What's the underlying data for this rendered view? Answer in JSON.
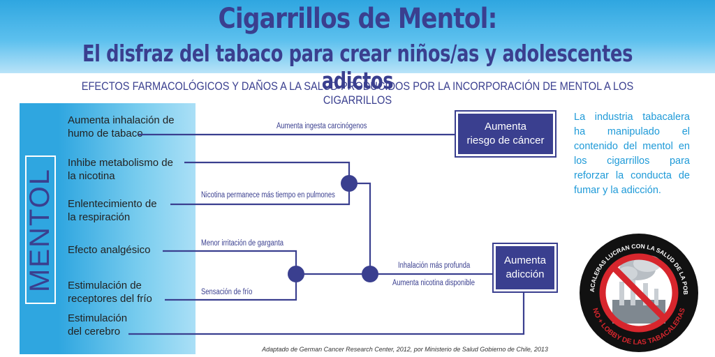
{
  "header": {
    "title": "Cigarrillos de Mentol:",
    "subtitle": "El disfraz del tabaco para crear niños/as y adolescentes adictos"
  },
  "section_heading": "EFECTOS FARMACOLÓGICOS Y DAÑOS A LA SALUD PRODUCIDOS POR LA INCORPORACIÓN DE MENTOL A LOS CIGARRILLOS",
  "mentol_label": "MENTOL",
  "effects": [
    "Aumenta inhalación de\nhumo de tabaco",
    "Inhibe metabolismo de\nla nicotina",
    "Enlentecimiento de\nla respiración",
    "Efecto analgésico",
    "Estimulación de\nreceptores del frío",
    "Estimulación\ndel cerebro"
  ],
  "link_labels": {
    "carcinogenos": "Aumenta ingesta carcinógenos",
    "pulmones": "Nicotina permanece más tiempo en pulmones",
    "garganta": "Menor irritación de garganta",
    "frio": "Sensación de frío",
    "inhalacion": "Inhalación más profunda",
    "nicotina": "Aumenta nicotina disponible"
  },
  "outcomes": {
    "cancer": "Aumenta\nriesgo de cáncer",
    "adiccion": "Aumenta\nadicción"
  },
  "side_note": "La industria tabacalera ha manipulado el contenido del mentol en los cigarrillos para reforzar la conducta de fumar y la adicción.",
  "badge": {
    "top_text": "LAS TABACALERAS LUCRAN CON LA SALUD DE LA POBLACIÓN",
    "bottom_text": "NO + LOBBY DE LAS TABACALERAS"
  },
  "source_note": "Adaptado de German Cancer Research Center, 2012, por Ministerio de Salud Gobierno de Chile, 2013",
  "colors": {
    "navy": "#3a3f8f",
    "light_blue": "#2fa6e0",
    "badge_red": "#d7262d"
  }
}
